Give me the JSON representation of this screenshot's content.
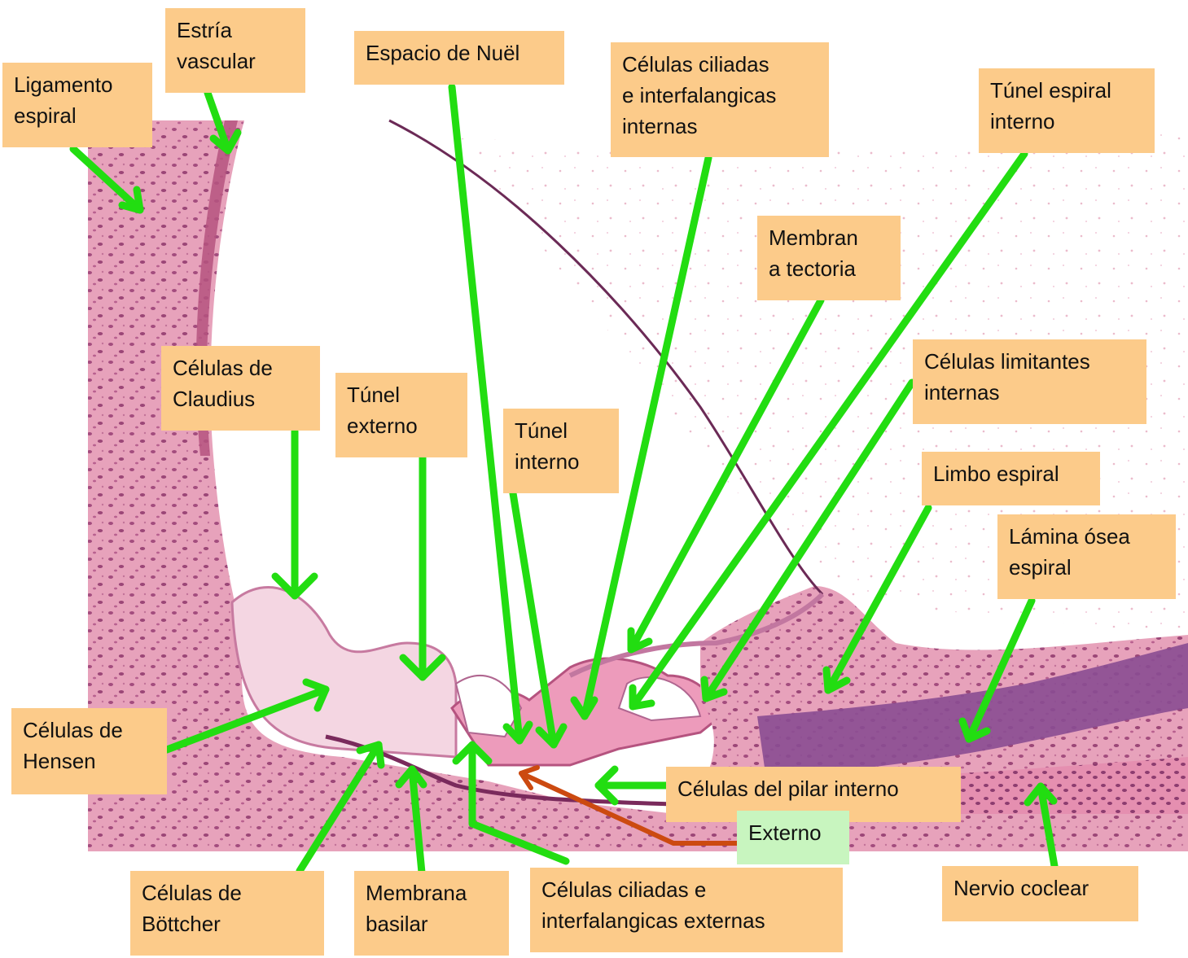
{
  "labels": {
    "ligamento_espiral": "Ligamento\nespiral",
    "estria_vascular": "Estría\nvascular",
    "espacio_nuel": "Espacio de Nuël",
    "ciliadas_internas": "Células ciliadas\ne interfalangicas\ninternas",
    "tunel_espiral_interno": "Túnel espiral\ninterno",
    "membrana_tectoria": "Membran\na tectoria",
    "limitantes_internas": "Células limitantes\ninternas",
    "limbo_espiral": "Limbo espiral",
    "lamina_osea": "Lámina ósea\nespiral",
    "claudius": "Células de\nClaudius",
    "tunel_externo": "Túnel\nexterno",
    "tunel_interno": "Túnel\ninterno",
    "hensen": "Células de\nHensen",
    "pilar_interno": "Células del pilar interno",
    "externo": "Externo",
    "bottcher": "Células de\nBöttcher",
    "membrana_basilar": "Membrana\nbasilar",
    "ciliadas_externas": "Células ciliadas e\ninterfalangicas externas",
    "nervio_coclear": "Nervio coclear"
  },
  "colors": {
    "label_bg": "#fccb8a",
    "label_highlight_bg": "#c8f5bf",
    "arrow_main": "#22dd11",
    "arrow_highlight": "#cc4a10",
    "tissue": "#e7a2bb",
    "tissue_dark": "#b04f86"
  }
}
